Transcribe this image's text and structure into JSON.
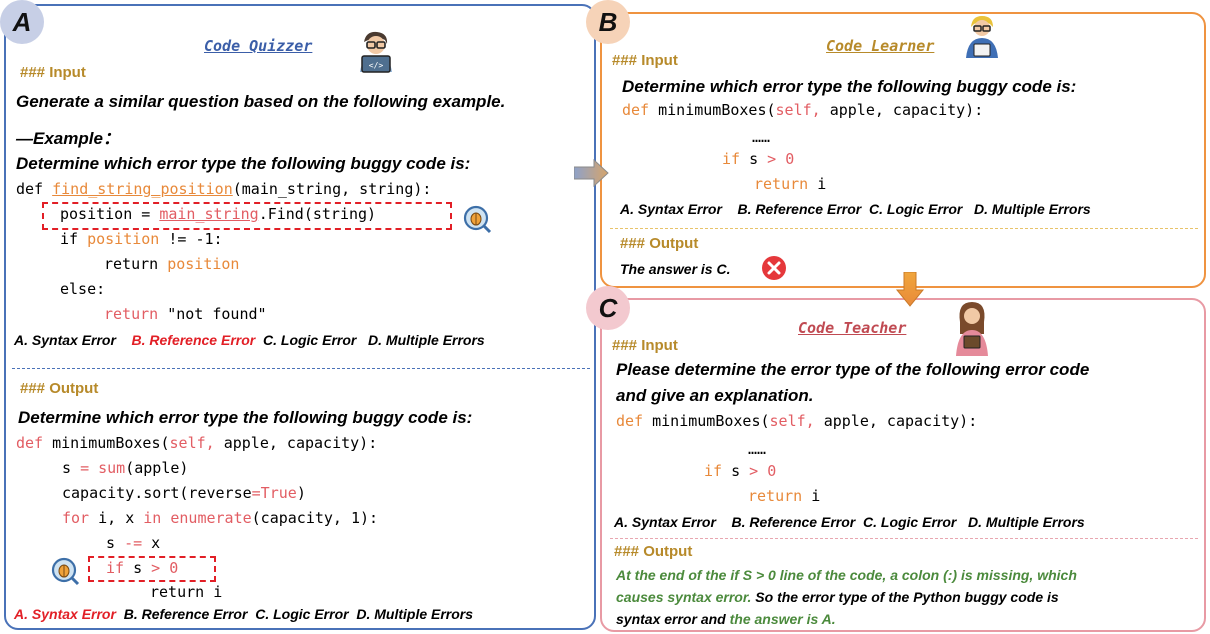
{
  "labels": {
    "a": "A",
    "b": "B",
    "c": "C"
  },
  "panel_a": {
    "role": "Code Quizzer",
    "input_header": "### Input",
    "prompt": "Generate a similar question based on the following example.",
    "example_label": "—Example：",
    "question": "Determine which error type the following buggy code is:",
    "code": {
      "line1_def": "def ",
      "line1_func": "find_string_position",
      "line1_args": "(main_string, string):",
      "line2_a": "position = ",
      "line2_b": "main_string",
      "line2_c": ".Find(string)",
      "line3_a": "if ",
      "line3_b": "position",
      "line3_c": " != -1:",
      "line4_a": "return ",
      "line4_b": "position",
      "line5": "else:",
      "line6_a": "return",
      "line6_b": " \"not found\""
    },
    "options": {
      "a": "A. Syntax Error",
      "b": "B. Reference Error",
      "c": "C. Logic Error",
      "d": "D. Multiple Errors"
    },
    "output_header": "### Output",
    "out_question": "Determine which error type the following buggy code is:",
    "out_code": {
      "l1_def": "def",
      "l1_rest": " minimumBoxes(",
      "l1_self": "self,",
      "l1_end": " apple, capacity):",
      "l2_a": "s ",
      "l2_b": "= sum",
      "l2_c": "(apple)",
      "l3_a": "capacity.sort(reverse",
      "l3_b": "=True",
      "l3_c": ")",
      "l4_a": "for",
      "l4_b": " i, x ",
      "l4_c": "in enumerate",
      "l4_d": "(capacity, 1):",
      "l5_a": "s ",
      "l5_b": "-=",
      "l5_c": " x",
      "l6_a": "if",
      "l6_b": " s ",
      "l6_c": "> 0",
      "l7": "return i"
    },
    "out_options": {
      "a": "A. Syntax Error",
      "b": "B. Reference Error",
      "c": "C. Logic Error",
      "d": "D. Multiple Errors"
    }
  },
  "panel_b": {
    "role": "Code Learner",
    "input_header": "### Input",
    "question": "Determine which error type the following buggy code is:",
    "code": {
      "l1_def": "def",
      "l1_rest": " minimumBoxes(",
      "l1_self": "self,",
      "l1_end": " apple, capacity):",
      "ellipsis": "……",
      "l2_a": "if",
      "l2_b": " s ",
      "l2_c": "> 0",
      "l3_a": "return",
      "l3_b": " i"
    },
    "options": {
      "a": "A. Syntax Error",
      "b": "B. Reference Error",
      "c": "C. Logic Error",
      "d": "D. Multiple Errors"
    },
    "output_header": "### Output",
    "answer": "The answer is C."
  },
  "panel_c": {
    "role": "Code Teacher",
    "input_header": "### Input",
    "prompt_line1": "Please determine the error type of the following error code",
    "prompt_line2": "and give an explanation.",
    "code": {
      "l1_def": "def",
      "l1_rest": " minimumBoxes(",
      "l1_self": "self,",
      "l1_end": " apple, capacity):",
      "ellipsis": "……",
      "l2_a": "if",
      "l2_b": " s ",
      "l2_c": "> 0",
      "l3_a": "return",
      "l3_b": " i"
    },
    "options": {
      "a": "A. Syntax Error",
      "b": "B. Reference Error",
      "c": "C. Logic Error",
      "d": "D. Multiple Errors"
    },
    "output_header": "### Output",
    "exp1": "At the end of the if S > 0 line of the code, a colon (:) is missing, which",
    "exp2_g": "causes syntax error.",
    "exp2_b": " So the error type of the Python buggy code is",
    "exp3_b": "syntax error and ",
    "exp3_g": "the answer is A."
  },
  "colors": {
    "blue": "#4a72b8",
    "orange": "#ef9340",
    "pink": "#e89aa4",
    "red": "#e21f26",
    "gold": "#b78a2a",
    "green": "#4b8a3c"
  },
  "icons": [
    "quizzer-avatar-icon",
    "learner-avatar-icon",
    "teacher-avatar-icon",
    "magnifier-bug-icon",
    "wrong-x-icon",
    "arrow-right-icon",
    "arrow-down-icon"
  ]
}
